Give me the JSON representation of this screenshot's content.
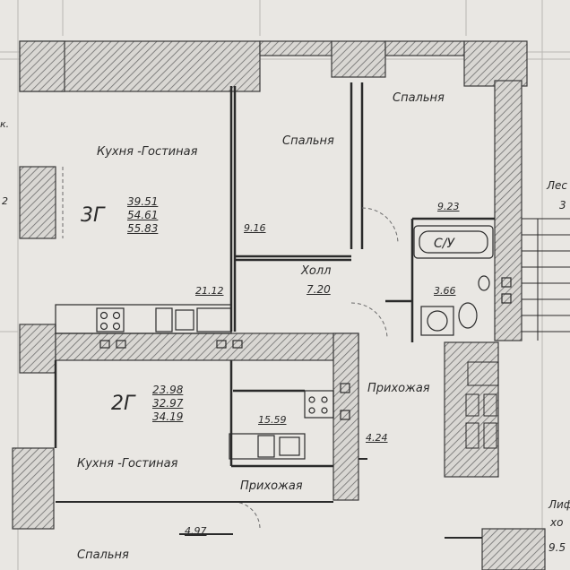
{
  "rooms": {
    "kitchen_living_upper": "Кухня -Гостиная",
    "bedroom_middle": "Спальня",
    "bedroom_right": "Спальня",
    "hall": "Холл",
    "hallway_right": "Прихожая",
    "kitchen_living_lower": "Кухня -Гостиная",
    "hallway_lower": "Прихожая",
    "bedroom_lower": "Спальня",
    "bath_label": "С/У"
  },
  "apt_3g": {
    "code": "3Г",
    "areas": [
      "39.51",
      "54.61",
      "55.83"
    ]
  },
  "apt_2g": {
    "code": "2Г",
    "areas": [
      "23.98",
      "32.97",
      "34.19"
    ]
  },
  "room_areas": {
    "kitchen_upper": "21.12",
    "bedroom_middle": "9.16",
    "hall": "7.20",
    "bedroom_right": "9.23",
    "bath": "3.66",
    "hallway_right": "4.24",
    "kitchen_lower": "15.59",
    "hallway_lower": "4.97"
  },
  "edge_fragments": {
    "left_top": "к.",
    "left_mid": "2",
    "right_top": "Лес",
    "right_top2": "3",
    "right_bottom": "Лиф",
    "right_bottom2": "хо",
    "right_bottom3": "9.5"
  },
  "colors": {
    "paper": "#e9e7e3",
    "ink": "#2a2a2a",
    "hatch": "#8a8a8a"
  }
}
